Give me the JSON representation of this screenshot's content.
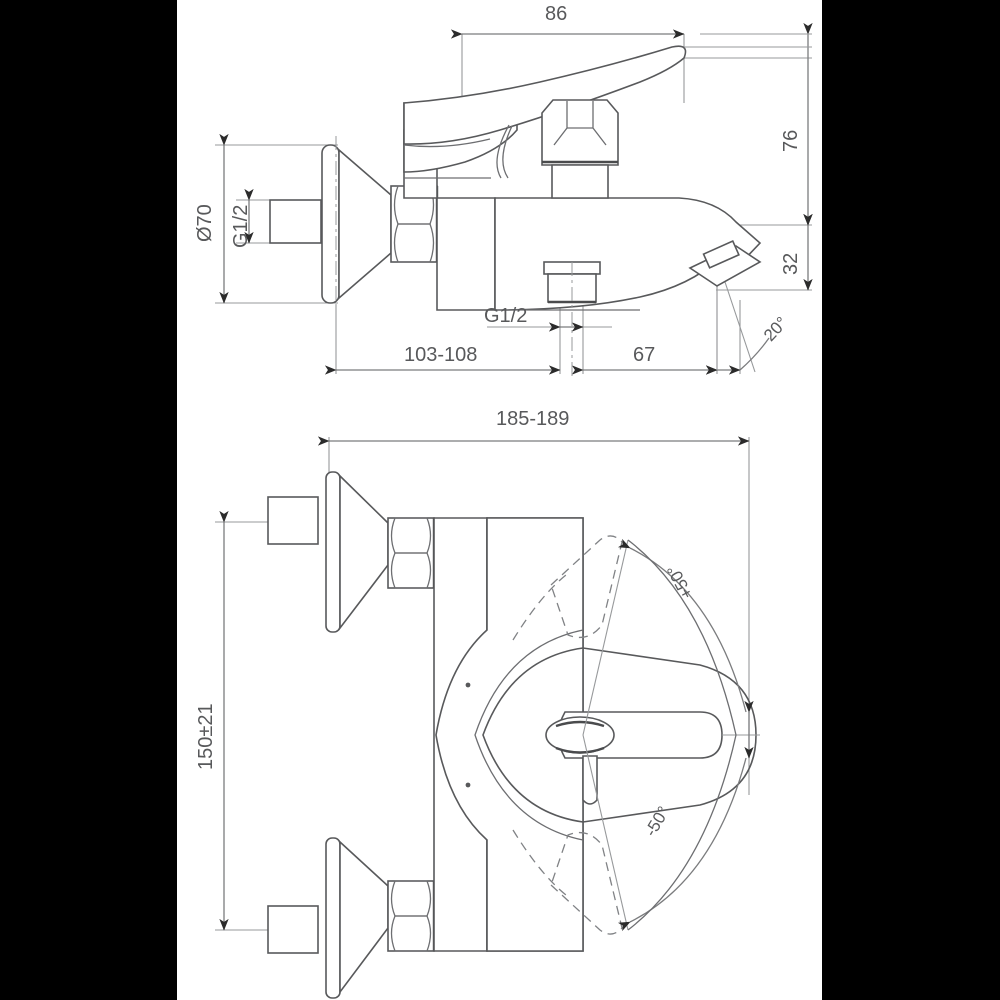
{
  "drawing": {
    "title": "Bath/shower mixer tap technical dimension drawing",
    "sheet_background": "#000000",
    "paper_background": "#ffffff",
    "line_color": "#58595b",
    "views": [
      {
        "name": "side-elevation-section",
        "label": ""
      },
      {
        "name": "front-elevation",
        "label": ""
      }
    ]
  },
  "side_view": {
    "dimensions": {
      "lever_reach": "86",
      "height_total": "76",
      "spout_height": "32",
      "flange_diameter": "Ø70",
      "inlet_thread": "G1/2",
      "outlet_thread": "G1/2",
      "wall_to_body": "103-108",
      "body_to_spout": "67",
      "spout_angle": "20°"
    }
  },
  "front_view": {
    "dimensions": {
      "overall_width": "185-189",
      "inlet_centers": "150±21",
      "lever_up_angle": "+50°",
      "lever_down_angle": "-50°"
    }
  }
}
